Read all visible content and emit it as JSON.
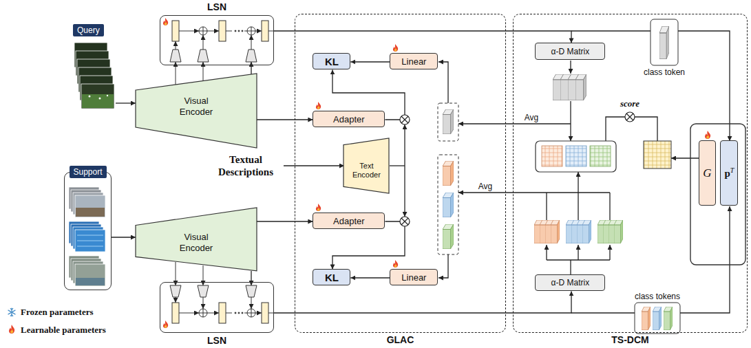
{
  "diagram": {
    "nodes": [
      {
        "text": [
          "LSN"
        ]
      },
      {
        "text": [
          "Query"
        ]
      },
      {
        "text": [
          "Visual Encoder"
        ]
      },
      {
        "text": [
          "Support"
        ]
      },
      {
        "text": [
          "Visual Encoder"
        ]
      },
      {
        "text": [
          "LSN"
        ]
      },
      {
        "text": [
          "GLAC"
        ]
      },
      {
        "text": [
          "KL"
        ],
        "in": 6
      },
      {
        "text": [
          "Linear"
        ],
        "in": 6
      },
      {
        "text": [
          "Adapter"
        ],
        "in": 6
      },
      {
        "text": [
          "Text Encoder"
        ],
        "in": 6
      },
      {
        "text": [
          "Adapter"
        ],
        "in": 6
      },
      {
        "text": [
          "KL"
        ],
        "in": 6
      },
      {
        "text": [
          "Linear"
        ],
        "in": 6
      },
      {
        "text": [
          "TS-DCM"
        ]
      },
      {
        "text": [
          "α-D Matrix"
        ],
        "in": 14
      },
      {
        "text": [
          "α-D Matrix"
        ],
        "in": 14
      },
      {
        "text": [
          "G"
        ],
        "in": 14
      },
      {
        "text": [
          "pT"
        ],
        "in": 14
      }
    ],
    "edges": [
      {
        "from": 1,
        "to": 2,
        "arrow": "to"
      },
      {
        "from": 3,
        "to": 4,
        "arrow": "to"
      },
      {
        "from": 2,
        "to": 0,
        "arrow": "to"
      },
      {
        "from": 4,
        "to": 5,
        "arrow": "to"
      },
      {
        "from": 2,
        "to": 9,
        "arrow": "to"
      },
      {
        "from": 4,
        "to": 11,
        "arrow": "to"
      },
      {
        "from": 9,
        "to": 7,
        "arrow": "to"
      },
      {
        "from": 11,
        "to": 12,
        "arrow": "to"
      },
      {
        "from": 8,
        "to": 7,
        "arrow": "to"
      },
      {
        "from": 13,
        "to": 12,
        "arrow": "to"
      },
      {
        "from": 0,
        "to": 15,
        "arrow": "to"
      },
      {
        "from": 5,
        "to": 16,
        "arrow": "to"
      }
    ],
    "labels": [
      "Textual Descriptions",
      "Avg",
      "Avg",
      "score",
      "class token",
      "class tokens"
    ],
    "legend": [
      {
        "text": "Frozen parameters"
      },
      {
        "text": "Learnable parameters"
      }
    ]
  }
}
